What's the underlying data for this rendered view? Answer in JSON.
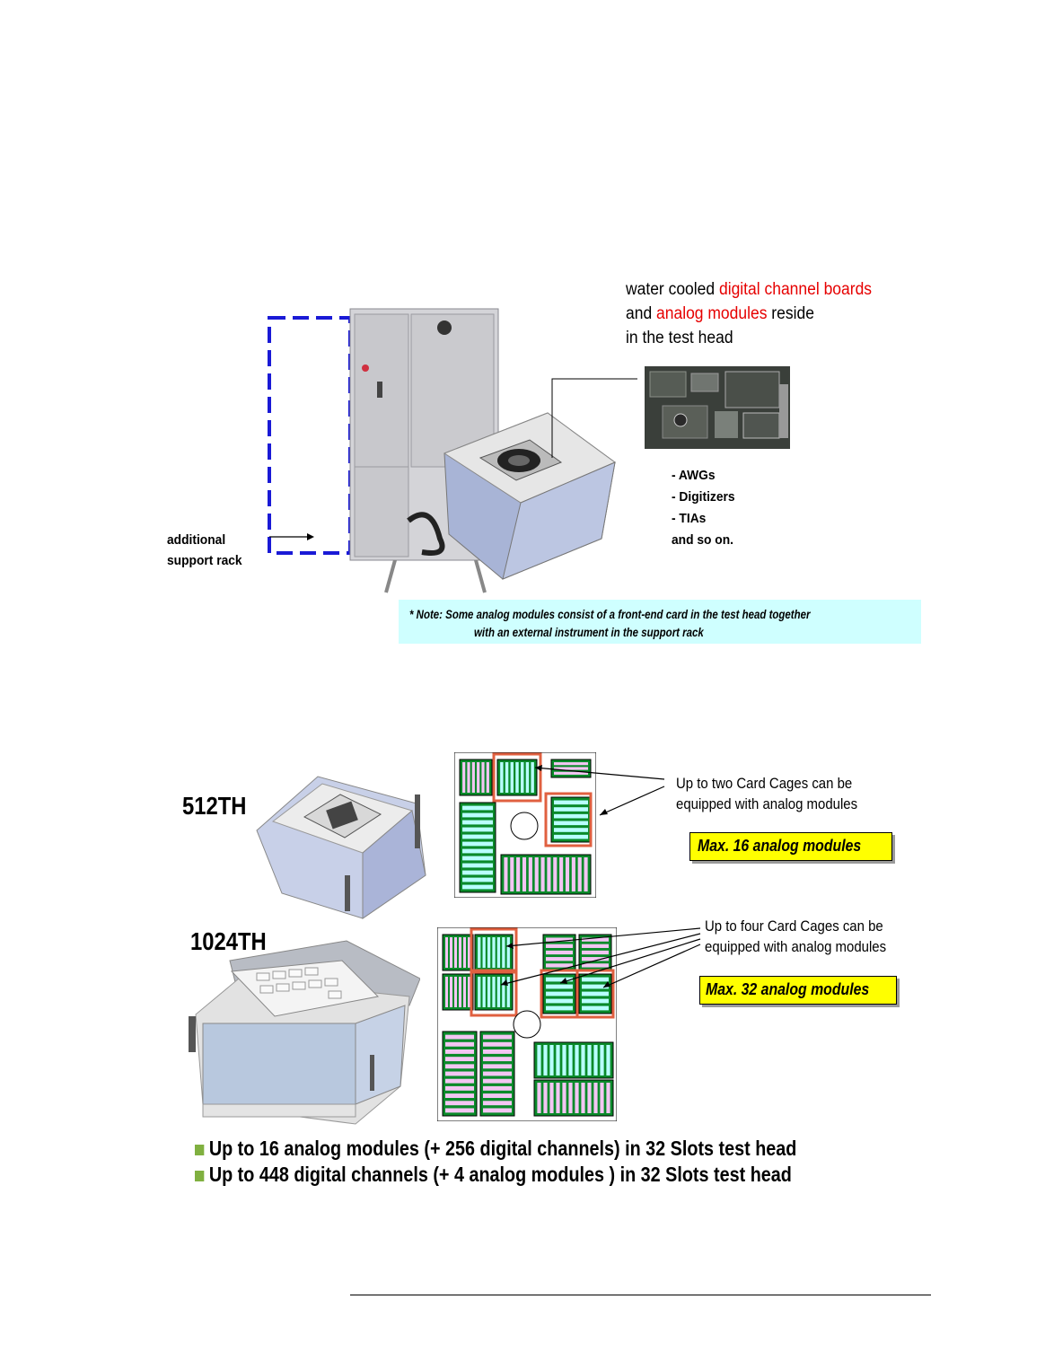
{
  "top_figure": {
    "caption_lines": [
      {
        "pre": "water cooled ",
        "red": "digital channel boards",
        "post": ""
      },
      {
        "pre": "and ",
        "red": "analog modules",
        "post": " reside"
      },
      {
        "pre": "in the test head",
        "red": "",
        "post": ""
      }
    ],
    "module_list": [
      "- AWGs",
      "- Digitizers",
      "- TIAs",
      "and so on."
    ],
    "rack_label": [
      "additional",
      "support rack"
    ],
    "note_lines": [
      "* Note: Some analog modules consist of a front-end card in the test head together",
      "with an external instrument in the support rack"
    ]
  },
  "bottom_figure": {
    "th512": {
      "label": "512TH",
      "callout": [
        "Up to two Card Cages can be",
        "equipped with analog modules"
      ],
      "max": "Max. 16 analog modules"
    },
    "th1024": {
      "label": "1024TH",
      "callout": [
        "Up to four Card Cages can be",
        "equipped with analog modules"
      ],
      "max": "Max. 32 analog modules"
    }
  },
  "bullets": [
    "Up to 16 analog modules (+ 256 digital channels) in 32 Slots test head",
    "Up to 448 digital channels  (+ 4 analog modules ) in 32 Slots test head"
  ],
  "colors": {
    "accent_red": "#e60000",
    "rack_blue": "#1a1ad6",
    "note_bg": "#cfffff",
    "max_bg": "#ffff00",
    "slot_green": "#0a8a2a",
    "slot_pink": "#f3c6f3",
    "bullet_green": "#80b040"
  }
}
